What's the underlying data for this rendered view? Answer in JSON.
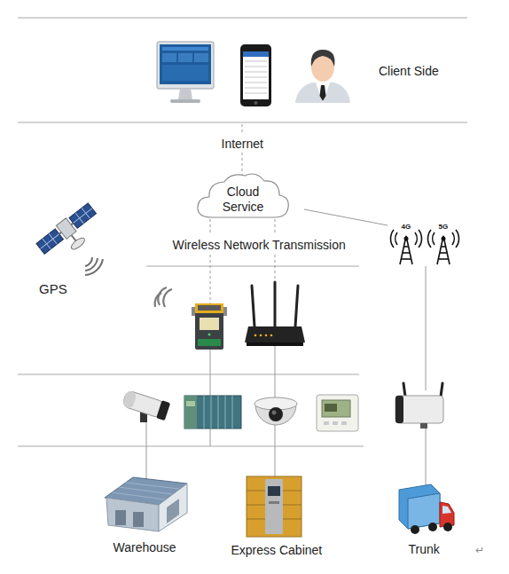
{
  "diagram": {
    "nodes": [
      {
        "text": [
          "Cloud Service"
        ]
      }
    ],
    "labels": [
      "Client Side",
      "Internet",
      "Wireless Network Transmission",
      "GPS",
      "4G",
      "5G",
      "Warehouse",
      "Express Cabinet",
      "Trunk",
      "↵"
    ]
  }
}
